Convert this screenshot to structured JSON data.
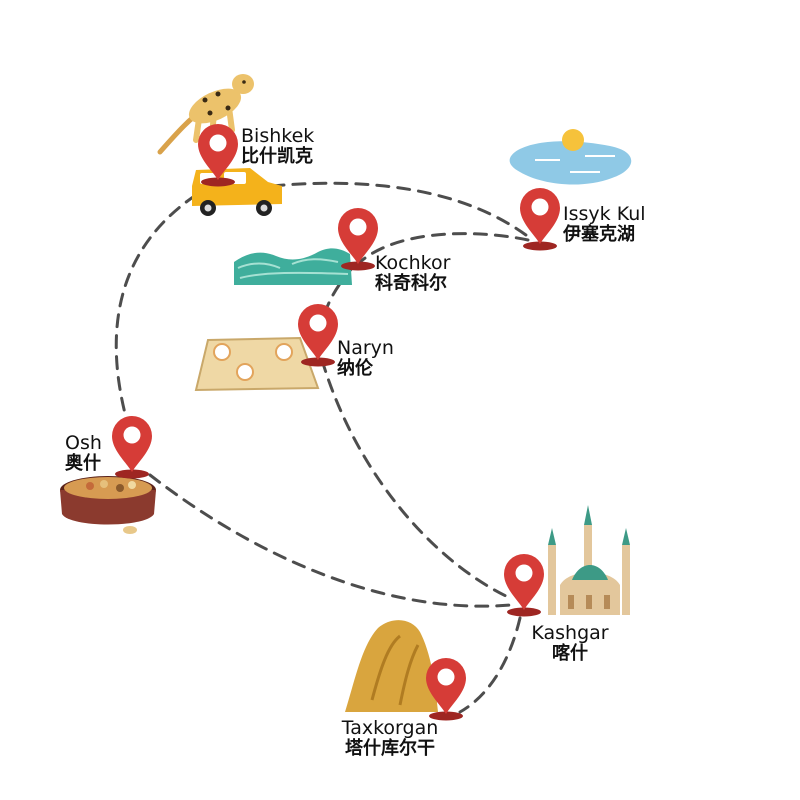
{
  "map": {
    "colors": {
      "route": "#4d4d4d",
      "pin": "#d63c37",
      "pin_dark": "#9e2622",
      "car": "#f4b21b",
      "wave": "#3fae9c",
      "lake": "#8fc9e6",
      "sun": "#f6c23b",
      "rug": "#efd8a5",
      "rock": "#d9a53e",
      "mosque": "#e3c79c",
      "dome": "#3d9a86",
      "bowl": "#8b3a2e"
    },
    "cities": [
      {
        "id": "bishkek",
        "en": "Bishkek",
        "zh": "比什凯克",
        "icon": "snow-leopard-icon",
        "icon2": "car-icon"
      },
      {
        "id": "issyk-kul",
        "en": "Issyk Kul",
        "zh": "伊塞克湖",
        "icon": "lake-icon"
      },
      {
        "id": "kochkor",
        "en": "Kochkor",
        "zh": "科奇科尔",
        "icon": "waves-icon"
      },
      {
        "id": "naryn",
        "en": "Naryn",
        "zh": "纳伦",
        "icon": "felt-rug-icon"
      },
      {
        "id": "osh",
        "en": "Osh",
        "zh": "奥什",
        "icon": "nut-bowl-icon"
      },
      {
        "id": "kashgar",
        "en": "Kashgar",
        "zh": "喀什",
        "icon": "mosque-icon"
      },
      {
        "id": "taxkorgan",
        "en": "Taxkorgan",
        "zh": "塔什库尔干",
        "icon": "rock-mountain-icon"
      }
    ]
  }
}
